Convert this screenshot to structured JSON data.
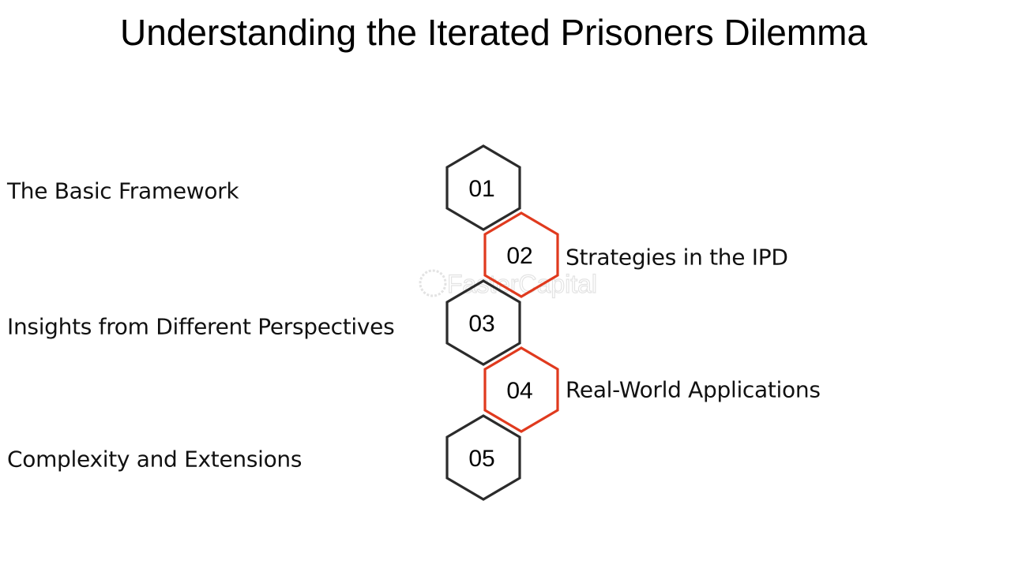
{
  "title": "Understanding the Iterated Prisoners Dilemma",
  "watermark": "FasterCapital",
  "colors": {
    "dark": "#2b2b2b",
    "accent": "#e03a1e"
  },
  "steps": [
    {
      "number": "01",
      "label": "The Basic Framework",
      "side": "left",
      "color": "dark"
    },
    {
      "number": "02",
      "label": "Strategies in the IPD",
      "side": "right",
      "color": "accent"
    },
    {
      "number": "03",
      "label": "Insights from Different Perspectives",
      "side": "left",
      "color": "dark"
    },
    {
      "number": "04",
      "label": "Real-World Applications",
      "side": "right",
      "color": "accent"
    },
    {
      "number": "05",
      "label": "Complexity and Extensions",
      "side": "left",
      "color": "dark"
    }
  ]
}
